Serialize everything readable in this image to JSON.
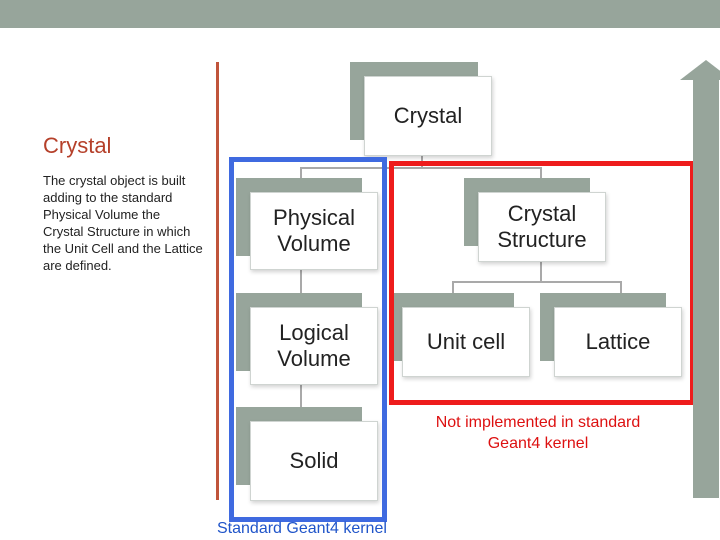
{
  "side": {
    "title": "Crystal",
    "description": "The crystal object is built adding to the standard Physical Volume the Crystal Structure in which the Unit Cell and the Lattice are defined."
  },
  "tree": {
    "root": "Crystal",
    "physical_volume": "Physical Volume",
    "crystal_structure": "Crystal Structure",
    "logical_volume": "Logical Volume",
    "unit_cell": "Unit cell",
    "lattice": "Lattice",
    "solid": "Solid"
  },
  "notes": {
    "not_implemented": "Not implemented in standard Geant4 kernel",
    "standard": "Standard Geant4 kernel"
  },
  "colors": {
    "accent_gray": "#97a59b",
    "frame_red": "#ee1c1c",
    "frame_blue": "#3f6ae0"
  }
}
